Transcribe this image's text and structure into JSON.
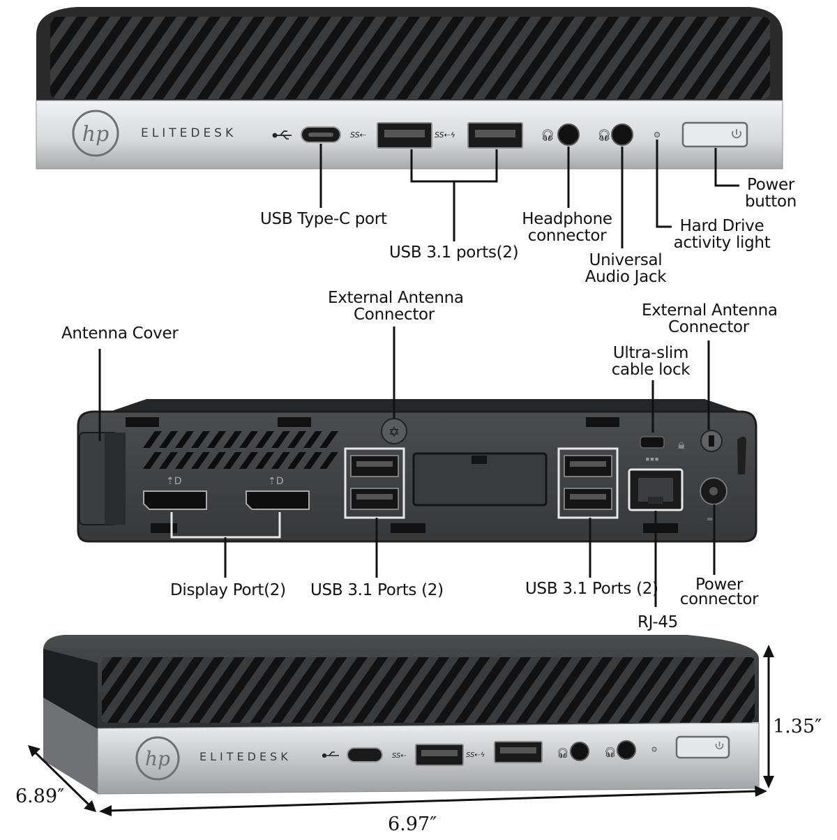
{
  "brand": {
    "logo": "hp",
    "name": "ELITEDESK"
  },
  "colors": {
    "chassis": "#2b2b2c",
    "vent": "#141414",
    "silver_top": "#e9eaeb",
    "silver_bottom": "#a9abad",
    "callout_line": "#111111",
    "highlight_box": "#e8e8e8"
  },
  "front_labels": {
    "usb_c": "USB Type-C port",
    "usb31": "USB 3.1 ports(2)",
    "headphone_1": "Headphone",
    "headphone_2": "connector",
    "audio_1": "Universal",
    "audio_2": "Audio Jack",
    "hdd_1": "Hard Drive",
    "hdd_2": "activity light",
    "power_1": "Power",
    "power_2": "button"
  },
  "rear_labels": {
    "antenna_cover": "Antenna Cover",
    "ext_antenna_a_1": "External Antenna",
    "ext_antenna_a_2": "Connector",
    "ext_antenna_b_1": "External Antenna",
    "ext_antenna_b_2": "Connector",
    "cable_lock_1": "Ultra-slim",
    "cable_lock_2": "cable lock",
    "display_port": "Display Port(2)",
    "usb_left": "USB 3.1 Ports (2)",
    "usb_right": "USB 3.1 Ports (2)",
    "rj45": "RJ-45",
    "power_conn_1": "Power",
    "power_conn_2": "connector"
  },
  "dimensions": {
    "height": "1.35″",
    "width": "6.97″",
    "depth": "6.89″"
  },
  "icons": [
    "hp-logo-icon",
    "usb-icon",
    "ss-usb-icon",
    "headphone-icon",
    "headset-icon",
    "power-icon",
    "lock-icon",
    "network-icon",
    "displayport-icon",
    "dc-power-icon"
  ]
}
